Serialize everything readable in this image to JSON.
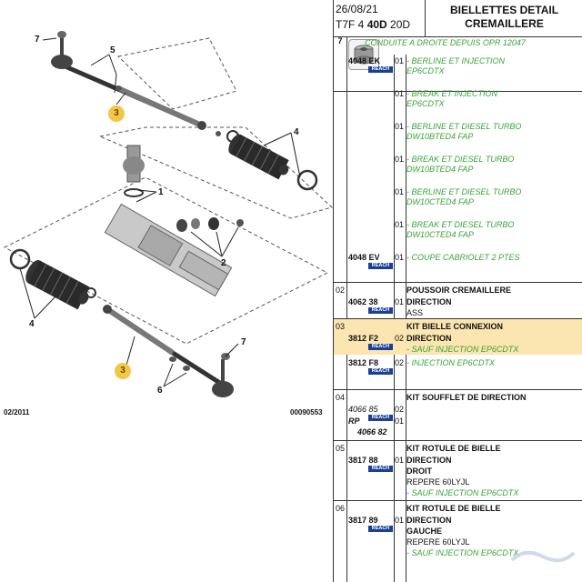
{
  "header": {
    "date": "26/08/21",
    "code_prefix": "T7F 4 ",
    "code_bold": "40D",
    "code_suffix": " 20D",
    "title_line1": "BIELLETTES DETAIL",
    "title_line2": "CREMAILLERE"
  },
  "diagram": {
    "callouts": [
      "7",
      "5",
      "3",
      "4",
      "1",
      "2",
      "4",
      "3",
      "6",
      "7"
    ],
    "footer_left": "02/2011",
    "footer_right": "00090553"
  },
  "thumb_index": "7",
  "conduite": "CONDUITE A DROITE DEPUIS OPR 12047",
  "reach_label": "REACH",
  "rows": [
    {
      "index": "",
      "ref": "4048 EK",
      "entries": [
        {
          "qty": "01",
          "l1": "- BERLINE ET INJECTION",
          "l2": "EP6CDTX"
        },
        {
          "qty": "01",
          "l1": "- BREAK ET INJECTION",
          "l2": "EP6CDTX"
        },
        {
          "qty": "01",
          "l1": "- BERLINE ET DIESEL TURBO",
          "l2": "DW10BTED4 FAP"
        },
        {
          "qty": "01",
          "l1": "- BREAK ET DIESEL TURBO",
          "l2": "DW10BTED4 FAP"
        },
        {
          "qty": "01",
          "l1": "- BERLINE ET DIESEL TURBO",
          "l2": "DW10CTED4 FAP"
        },
        {
          "qty": "01",
          "l1": "- BREAK ET DIESEL TURBO",
          "l2": "DW10CTED4 FAP"
        }
      ]
    },
    {
      "index": "",
      "ref": "4048 EV",
      "qty": "01",
      "desc": "- COUPE CABRIOLET 2 PTES"
    }
  ],
  "poussoir": {
    "index": "02",
    "title1": "POUSSOIR CREMAILLERE",
    "ref": "4062 38",
    "qty": "01",
    "title2": "DIRECTION",
    "note": "ASS"
  },
  "bielle": {
    "index": "03",
    "title1": "KIT BIELLE CONNEXION",
    "ref1": "3812 F2",
    "qty1": "02",
    "title2": "DIRECTION",
    "note1": "- SAUF INJECTION EP6CDTX",
    "ref2": "3812 F8",
    "qty2": "02",
    "note2": "- INJECTION EP6CDTX"
  },
  "soufflet": {
    "index": "04",
    "title": "KIT SOUFFLET DE DIRECTION",
    "ref1": "4066 85",
    "qty1": "02",
    "ref_rp": "RP",
    "qty_rp": "01",
    "ref2": "4066 82"
  },
  "rotule_d": {
    "index": "05",
    "title1": "KIT ROTULE DE BIELLE",
    "ref": "3817 88",
    "qty": "01",
    "title2": "DIRECTION",
    "title3": "DROIT",
    "note": "REPERE 60LYJL",
    "note2": "- SAUF INJECTION EP6CDTX"
  },
  "rotule_g": {
    "index": "06",
    "title1": "KIT ROTULE DE BIELLE",
    "ref": "3817 89",
    "qty": "01",
    "title2": "DIRECTION",
    "title3": "GAUCHE",
    "note": "REPERE 60LYJL",
    "note2": "- SAUF INJECTION EP6CDTX"
  }
}
